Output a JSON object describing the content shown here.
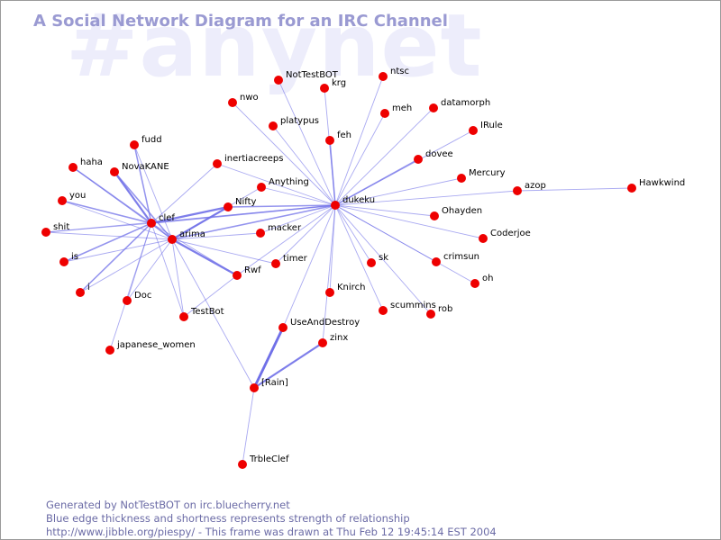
{
  "watermark": "#anynet",
  "title": "A Social Network Diagram for an IRC Channel",
  "footer": {
    "line1": "Generated by NotTestBOT on irc.bluecherry.net",
    "line2": "Blue edge thickness and shortness represents strength of relationship",
    "line3": "http://www.jibble.org/piespy/ - This frame was drawn at Thu Feb 12 19:45:14 EST 2004"
  },
  "colors": {
    "node": "#ee0000",
    "edge": "#7070e8",
    "title": "#9a9ad2",
    "watermark": "#ededfb",
    "footer": "#6b6ba6"
  },
  "nodes": [
    {
      "id": "NotTestBOT",
      "label": "NotTestBOT"
    },
    {
      "id": "ntsc",
      "label": "ntsc"
    },
    {
      "id": "krg",
      "label": "krg"
    },
    {
      "id": "nwo",
      "label": "nwo"
    },
    {
      "id": "datamorph",
      "label": "datamorph"
    },
    {
      "id": "meh",
      "label": "meh"
    },
    {
      "id": "platypus",
      "label": "platypus"
    },
    {
      "id": "IRule",
      "label": "IRule"
    },
    {
      "id": "fudd",
      "label": "fudd"
    },
    {
      "id": "feh",
      "label": "feh"
    },
    {
      "id": "dovee",
      "label": "dovee"
    },
    {
      "id": "haha",
      "label": "haha"
    },
    {
      "id": "NovaKANE",
      "label": "NovaKANE"
    },
    {
      "id": "inertiacreeps",
      "label": "inertiacreeps"
    },
    {
      "id": "Mercury",
      "label": "Mercury"
    },
    {
      "id": "Anything",
      "label": "Anything"
    },
    {
      "id": "azop",
      "label": "azop"
    },
    {
      "id": "Hawkwind",
      "label": "Hawkwind"
    },
    {
      "id": "you",
      "label": "you"
    },
    {
      "id": "dukeku",
      "label": "dukeku"
    },
    {
      "id": "Nifty",
      "label": "Nifty"
    },
    {
      "id": "clef",
      "label": "clef"
    },
    {
      "id": "Ohayden",
      "label": "Ohayden"
    },
    {
      "id": "shit",
      "label": "shit"
    },
    {
      "id": "mackrer",
      "label": "macker"
    },
    {
      "id": "arima",
      "label": "arima"
    },
    {
      "id": "Coderjoe",
      "label": "Coderjoe"
    },
    {
      "id": "is",
      "label": "is"
    },
    {
      "id": "timer",
      "label": "timer"
    },
    {
      "id": "sk",
      "label": "sk"
    },
    {
      "id": "crimsun",
      "label": "crimsun"
    },
    {
      "id": "Rwf",
      "label": "Rwf"
    },
    {
      "id": "oh",
      "label": "oh"
    },
    {
      "id": "i",
      "label": "i"
    },
    {
      "id": "Knirch",
      "label": "Knirch"
    },
    {
      "id": "Doc",
      "label": "Doc"
    },
    {
      "id": "scummins",
      "label": "scummins"
    },
    {
      "id": "rob",
      "label": "rob"
    },
    {
      "id": "TestBot",
      "label": "TestBot"
    },
    {
      "id": "UseAndDestroy",
      "label": "UseAndDestroy"
    },
    {
      "id": "zinx",
      "label": "zinx"
    },
    {
      "id": "japanese_women",
      "label": "japanese_women"
    },
    {
      "id": "Rain",
      "label": "[Rain]"
    },
    {
      "id": "TrbleClef",
      "label": "TrbleClef"
    }
  ],
  "edges": [
    {
      "from": "dukeku",
      "to": "NotTestBOT",
      "weight": 1
    },
    {
      "from": "dukeku",
      "to": "ntsc",
      "weight": 1
    },
    {
      "from": "dukeku",
      "to": "krg",
      "weight": 1
    },
    {
      "from": "dukeku",
      "to": "nwo",
      "weight": 1
    },
    {
      "from": "dukeku",
      "to": "datamorph",
      "weight": 1
    },
    {
      "from": "dukeku",
      "to": "meh",
      "weight": 1
    },
    {
      "from": "dukeku",
      "to": "platypus",
      "weight": 1
    },
    {
      "from": "dukeku",
      "to": "IRule",
      "weight": 1
    },
    {
      "from": "dukeku",
      "to": "feh",
      "weight": 2
    },
    {
      "from": "dukeku",
      "to": "dovee",
      "weight": 2
    },
    {
      "from": "dukeku",
      "to": "Mercury",
      "weight": 1
    },
    {
      "from": "dukeku",
      "to": "Anything",
      "weight": 1
    },
    {
      "from": "dukeku",
      "to": "azop",
      "weight": 1
    },
    {
      "from": "dukeku",
      "to": "inertiacreeps",
      "weight": 1
    },
    {
      "from": "dukeku",
      "to": "Nifty",
      "weight": 2
    },
    {
      "from": "dukeku",
      "to": "clef",
      "weight": 2
    },
    {
      "from": "dukeku",
      "to": "arima",
      "weight": 2
    },
    {
      "from": "dukeku",
      "to": "Ohayden",
      "weight": 1
    },
    {
      "from": "dukeku",
      "to": "mackrer",
      "weight": 1
    },
    {
      "from": "dukeku",
      "to": "Coderjoe",
      "weight": 1
    },
    {
      "from": "dukeku",
      "to": "timer",
      "weight": 1
    },
    {
      "from": "dukeku",
      "to": "sk",
      "weight": 1
    },
    {
      "from": "dukeku",
      "to": "crimsun",
      "weight": 1
    },
    {
      "from": "dukeku",
      "to": "Rwf",
      "weight": 1
    },
    {
      "from": "dukeku",
      "to": "oh",
      "weight": 1
    },
    {
      "from": "dukeku",
      "to": "Knirch",
      "weight": 1
    },
    {
      "from": "dukeku",
      "to": "scummins",
      "weight": 1
    },
    {
      "from": "dukeku",
      "to": "rob",
      "weight": 1
    },
    {
      "from": "dukeku",
      "to": "UseAndDestroy",
      "weight": 1
    },
    {
      "from": "dukeku",
      "to": "zinx",
      "weight": 1
    },
    {
      "from": "dukeku",
      "to": "shit",
      "weight": 1
    },
    {
      "from": "azop",
      "to": "Hawkwind",
      "weight": 1
    },
    {
      "from": "clef",
      "to": "fudd",
      "weight": 2
    },
    {
      "from": "clef",
      "to": "haha",
      "weight": 2
    },
    {
      "from": "clef",
      "to": "NovaKANE",
      "weight": 3
    },
    {
      "from": "clef",
      "to": "inertiacreeps",
      "weight": 1
    },
    {
      "from": "clef",
      "to": "you",
      "weight": 2
    },
    {
      "from": "clef",
      "to": "shit",
      "weight": 1
    },
    {
      "from": "clef",
      "to": "is",
      "weight": 2
    },
    {
      "from": "clef",
      "to": "i",
      "weight": 2
    },
    {
      "from": "clef",
      "to": "Doc",
      "weight": 1
    },
    {
      "from": "clef",
      "to": "arima",
      "weight": 2
    },
    {
      "from": "clef",
      "to": "Nifty",
      "weight": 3
    },
    {
      "from": "clef",
      "to": "Rwf",
      "weight": 1
    },
    {
      "from": "clef",
      "to": "TestBot",
      "weight": 1
    },
    {
      "from": "clef",
      "to": "japanese_women",
      "weight": 1
    },
    {
      "from": "arima",
      "to": "fudd",
      "weight": 1
    },
    {
      "from": "arima",
      "to": "NovaKANE",
      "weight": 2
    },
    {
      "from": "arima",
      "to": "haha",
      "weight": 1
    },
    {
      "from": "arima",
      "to": "you",
      "weight": 1
    },
    {
      "from": "arima",
      "to": "shit",
      "weight": 1
    },
    {
      "from": "arima",
      "to": "is",
      "weight": 1
    },
    {
      "from": "arima",
      "to": "i",
      "weight": 1
    },
    {
      "from": "arima",
      "to": "Doc",
      "weight": 1
    },
    {
      "from": "arima",
      "to": "Nifty",
      "weight": 3
    },
    {
      "from": "arima",
      "to": "Anything",
      "weight": 1
    },
    {
      "from": "arima",
      "to": "mackrer",
      "weight": 1
    },
    {
      "from": "arima",
      "to": "timer",
      "weight": 1
    },
    {
      "from": "arima",
      "to": "Rwf",
      "weight": 3
    },
    {
      "from": "arima",
      "to": "TestBot",
      "weight": 1
    },
    {
      "from": "arima",
      "to": "Rain",
      "weight": 1
    },
    {
      "from": "TestBot",
      "to": "Rwf",
      "weight": 1
    },
    {
      "from": "Rain",
      "to": "UseAndDestroy",
      "weight": 4
    },
    {
      "from": "Rain",
      "to": "zinx",
      "weight": 3
    },
    {
      "from": "Rain",
      "to": "TrbleClef",
      "weight": 1
    }
  ]
}
